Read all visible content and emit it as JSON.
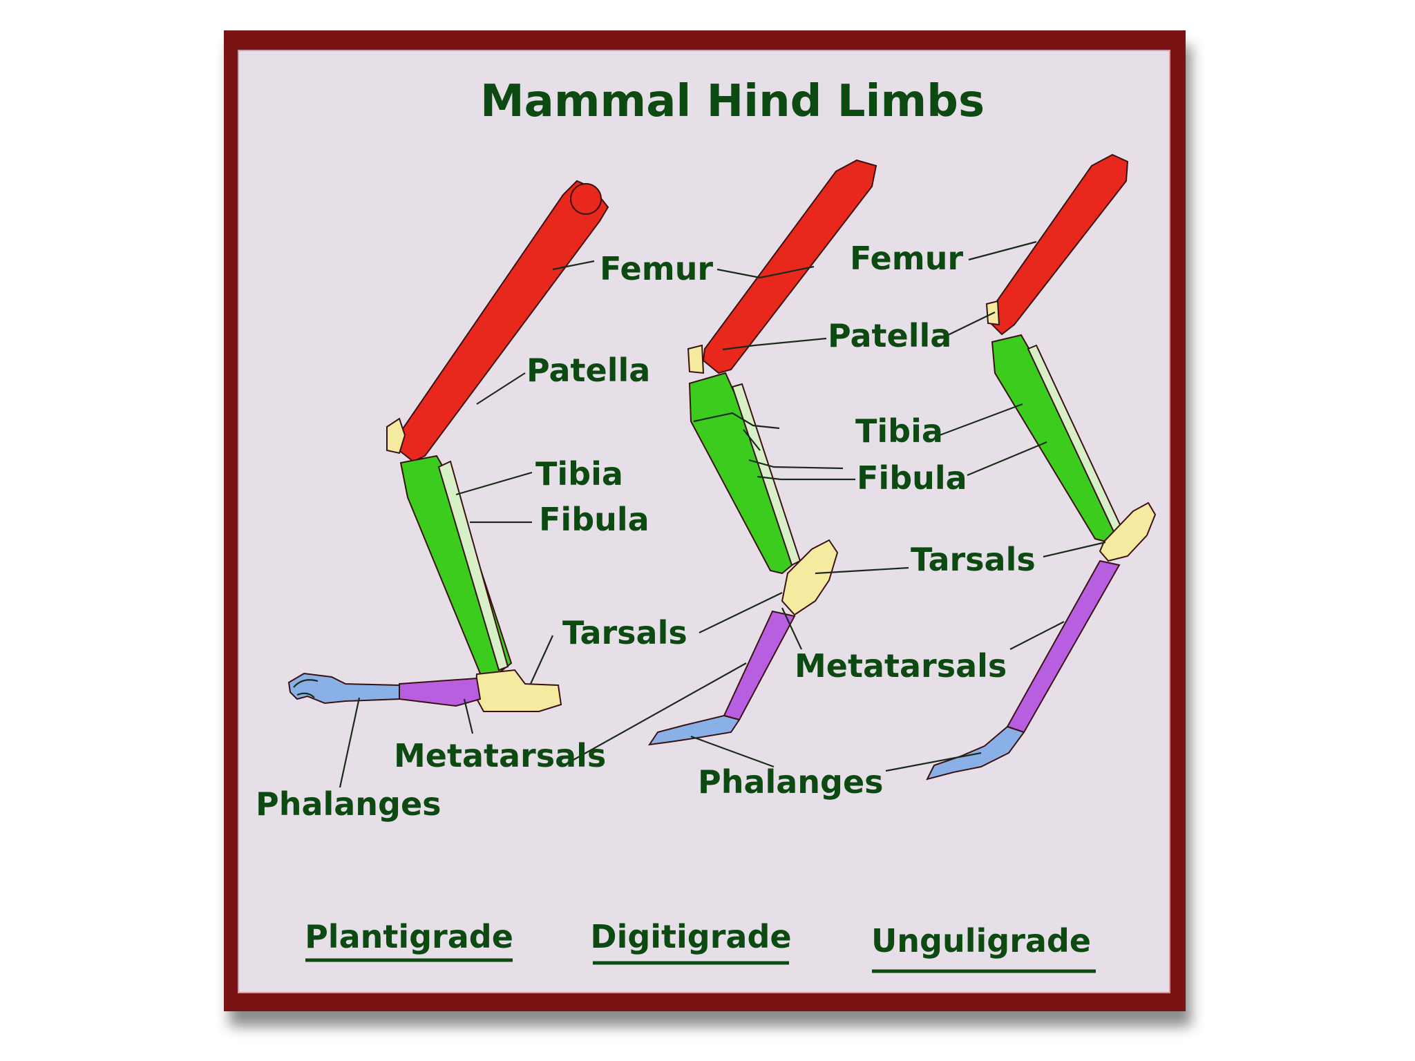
{
  "title": "Mammal Hind Limbs",
  "colors": {
    "frame": "#7a1414",
    "panel": "#e7dfe8",
    "label": "#0d4a12",
    "femur": "#e8281c",
    "tibia_fibula": "#3ccc1e",
    "patella_tarsals": "#f4eba0",
    "metatarsals": "#b85ee0",
    "phalanges": "#8ab0e8"
  },
  "limbs": [
    {
      "name": "Plantigrade",
      "labels": {
        "femur": "Femur",
        "patella": "Patella",
        "tibia": "Tibia",
        "fibula": "Fibula",
        "tarsals": "Tarsals",
        "metatarsals": "Metatarsals",
        "phalanges": "Phalanges"
      }
    },
    {
      "name": "Digitigrade",
      "labels": {
        "femur": "Femur",
        "patella": "Patella",
        "tibia": "Tibia",
        "fibula": "Fibula",
        "tarsals": "Tarsals",
        "metatarsals": "Metatarsals",
        "phalanges": "Phalanges"
      }
    },
    {
      "name": "Unguligrade",
      "labels": {}
    }
  ]
}
